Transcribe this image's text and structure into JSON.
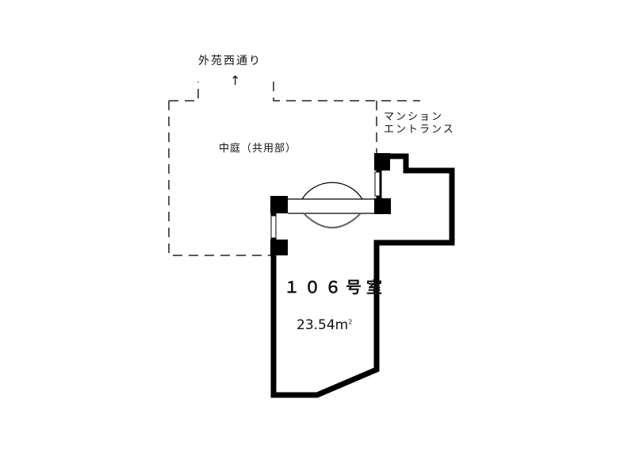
{
  "floorplan": {
    "street_label": "外苑西通り",
    "arrow": "↑",
    "entrance_line1": "マンション",
    "entrance_line2": "エントランス",
    "courtyard_label": "中庭（共用部）",
    "room_number": "１０６号室",
    "area_value": "23.54m",
    "area_unit_sup": "2"
  }
}
